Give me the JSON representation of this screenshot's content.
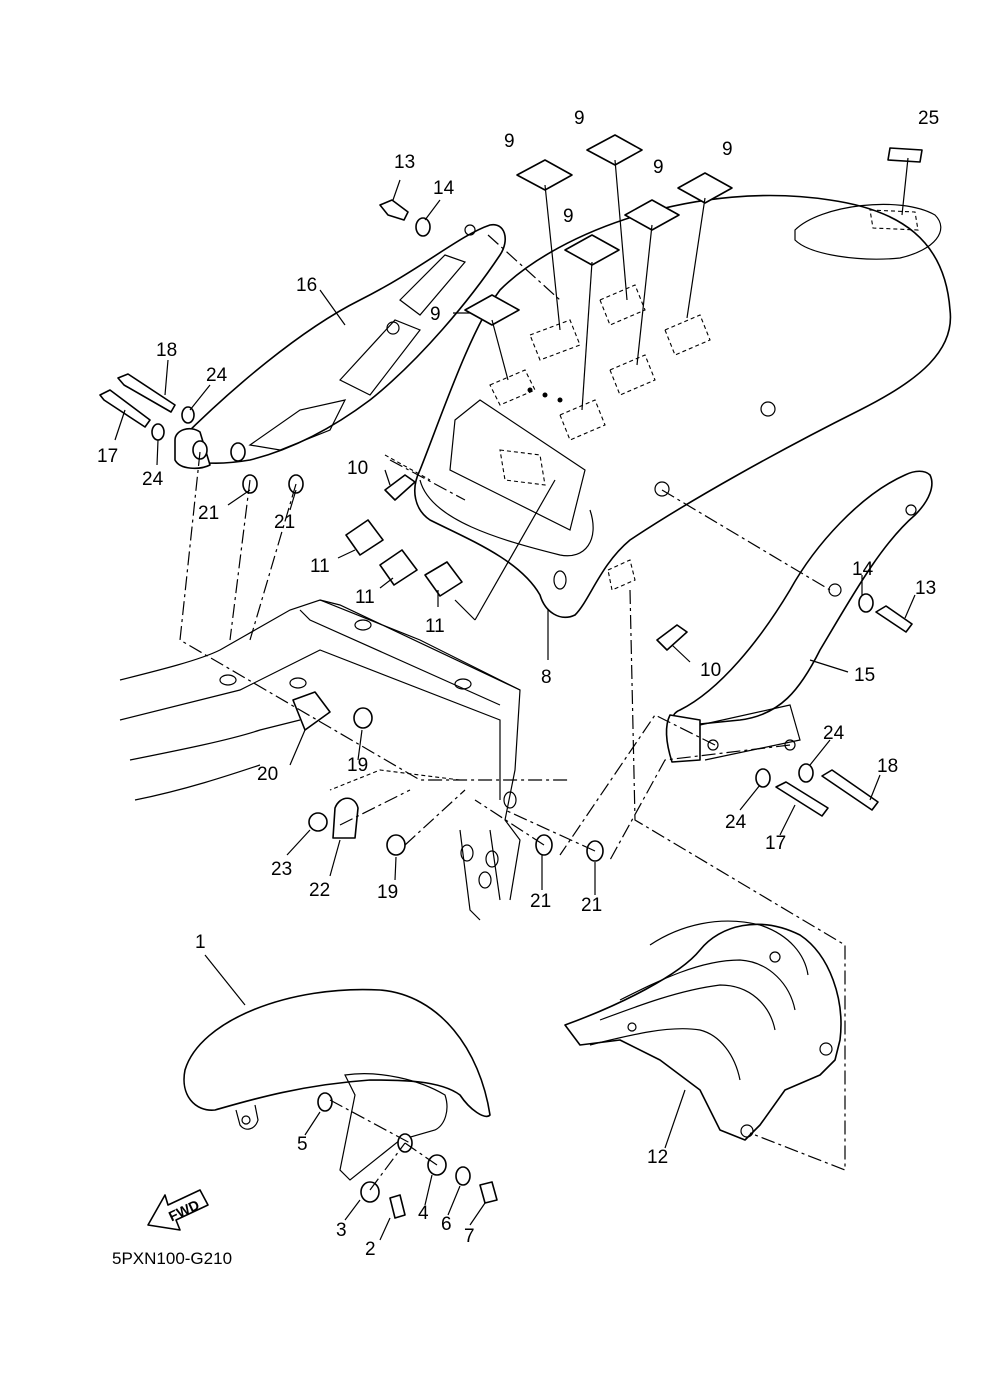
{
  "diagram_code": "5PXN100-G210",
  "direction_label": "FWD",
  "callouts": {
    "c1": "1",
    "c2": "2",
    "c3": "3",
    "c4": "4",
    "c5": "5",
    "c6": "6",
    "c7": "7",
    "c8": "8",
    "c9a": "9",
    "c9b": "9",
    "c9c": "9",
    "c9d": "9",
    "c9e": "9",
    "c9f": "9",
    "c10a": "10",
    "c10b": "10",
    "c11a": "11",
    "c11b": "11",
    "c11c": "11",
    "c12": "12",
    "c13a": "13",
    "c13b": "13",
    "c14a": "14",
    "c14b": "14",
    "c15": "15",
    "c16": "16",
    "c17a": "17",
    "c17b": "17",
    "c18a": "18",
    "c18b": "18",
    "c19a": "19",
    "c19b": "19",
    "c20": "20",
    "c21a": "21",
    "c21b": "21",
    "c21c": "21",
    "c21d": "21",
    "c22": "22",
    "c23": "23",
    "c24a": "24",
    "c24b": "24",
    "c24c": "24",
    "c24d": "24",
    "c25": "25"
  }
}
